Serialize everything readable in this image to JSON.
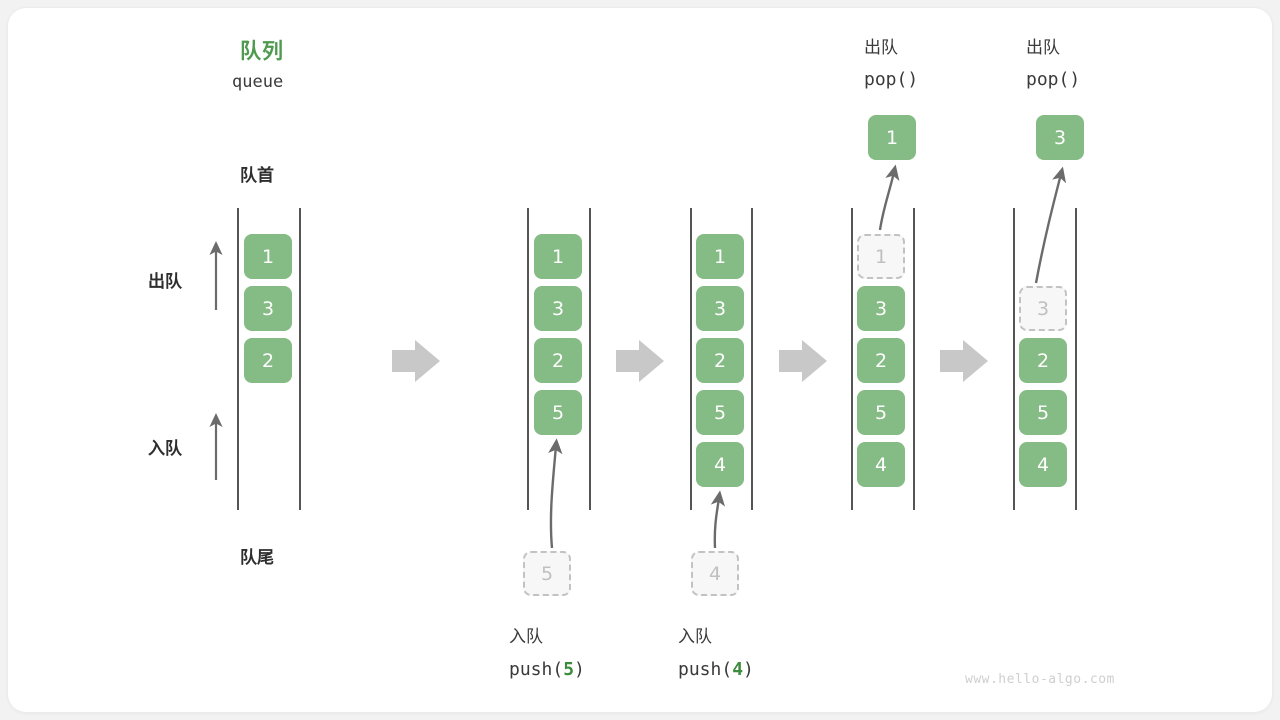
{
  "diagram": {
    "title_cn": "队列",
    "title_en": "queue",
    "front_label": "队首",
    "rear_label": "队尾",
    "dequeue_side_label": "出队",
    "enqueue_side_label": "入队",
    "watermark": "www.hello-algo.com",
    "colors": {
      "element": "#85bb84",
      "ghost_fill": "#f7f7f7",
      "ghost_border": "#c2c2c2",
      "rail": "#555555",
      "accent_green": "#4e9a4e",
      "step_arrow": "#c8c8c8",
      "curve_arrow": "#6b6b6b"
    }
  },
  "steps": [
    {
      "id": "initial",
      "elements": [
        "1",
        "3",
        "2"
      ],
      "ghost_in_queue": null,
      "ghost_below": null,
      "popped": null,
      "op_cn": null,
      "op_code": null
    },
    {
      "id": "push-5",
      "elements": [
        "1",
        "3",
        "2",
        "5"
      ],
      "ghost_in_queue": null,
      "ghost_below": "5",
      "popped": null,
      "op_cn": "入队",
      "op_code": "push(5)",
      "op_arg": "5"
    },
    {
      "id": "push-4",
      "elements": [
        "1",
        "3",
        "2",
        "5",
        "4"
      ],
      "ghost_in_queue": null,
      "ghost_below": "4",
      "popped": null,
      "op_cn": "入队",
      "op_code": "push(4)",
      "op_arg": "4"
    },
    {
      "id": "pop-1",
      "elements": [
        "3",
        "2",
        "5",
        "4"
      ],
      "ghost_in_queue": "1",
      "ghost_below": null,
      "popped": "1",
      "op_cn": "出队",
      "op_code": "pop()",
      "op_arg": ""
    },
    {
      "id": "pop-3",
      "elements": [
        "2",
        "5",
        "4"
      ],
      "ghost_in_queue": "3",
      "ghost_below": null,
      "popped": "3",
      "op_cn": "出队",
      "op_code": "pop()",
      "op_arg": ""
    }
  ],
  "step_arrows": [
    "step-arrow-1",
    "step-arrow-2",
    "step-arrow-3",
    "step-arrow-4"
  ]
}
